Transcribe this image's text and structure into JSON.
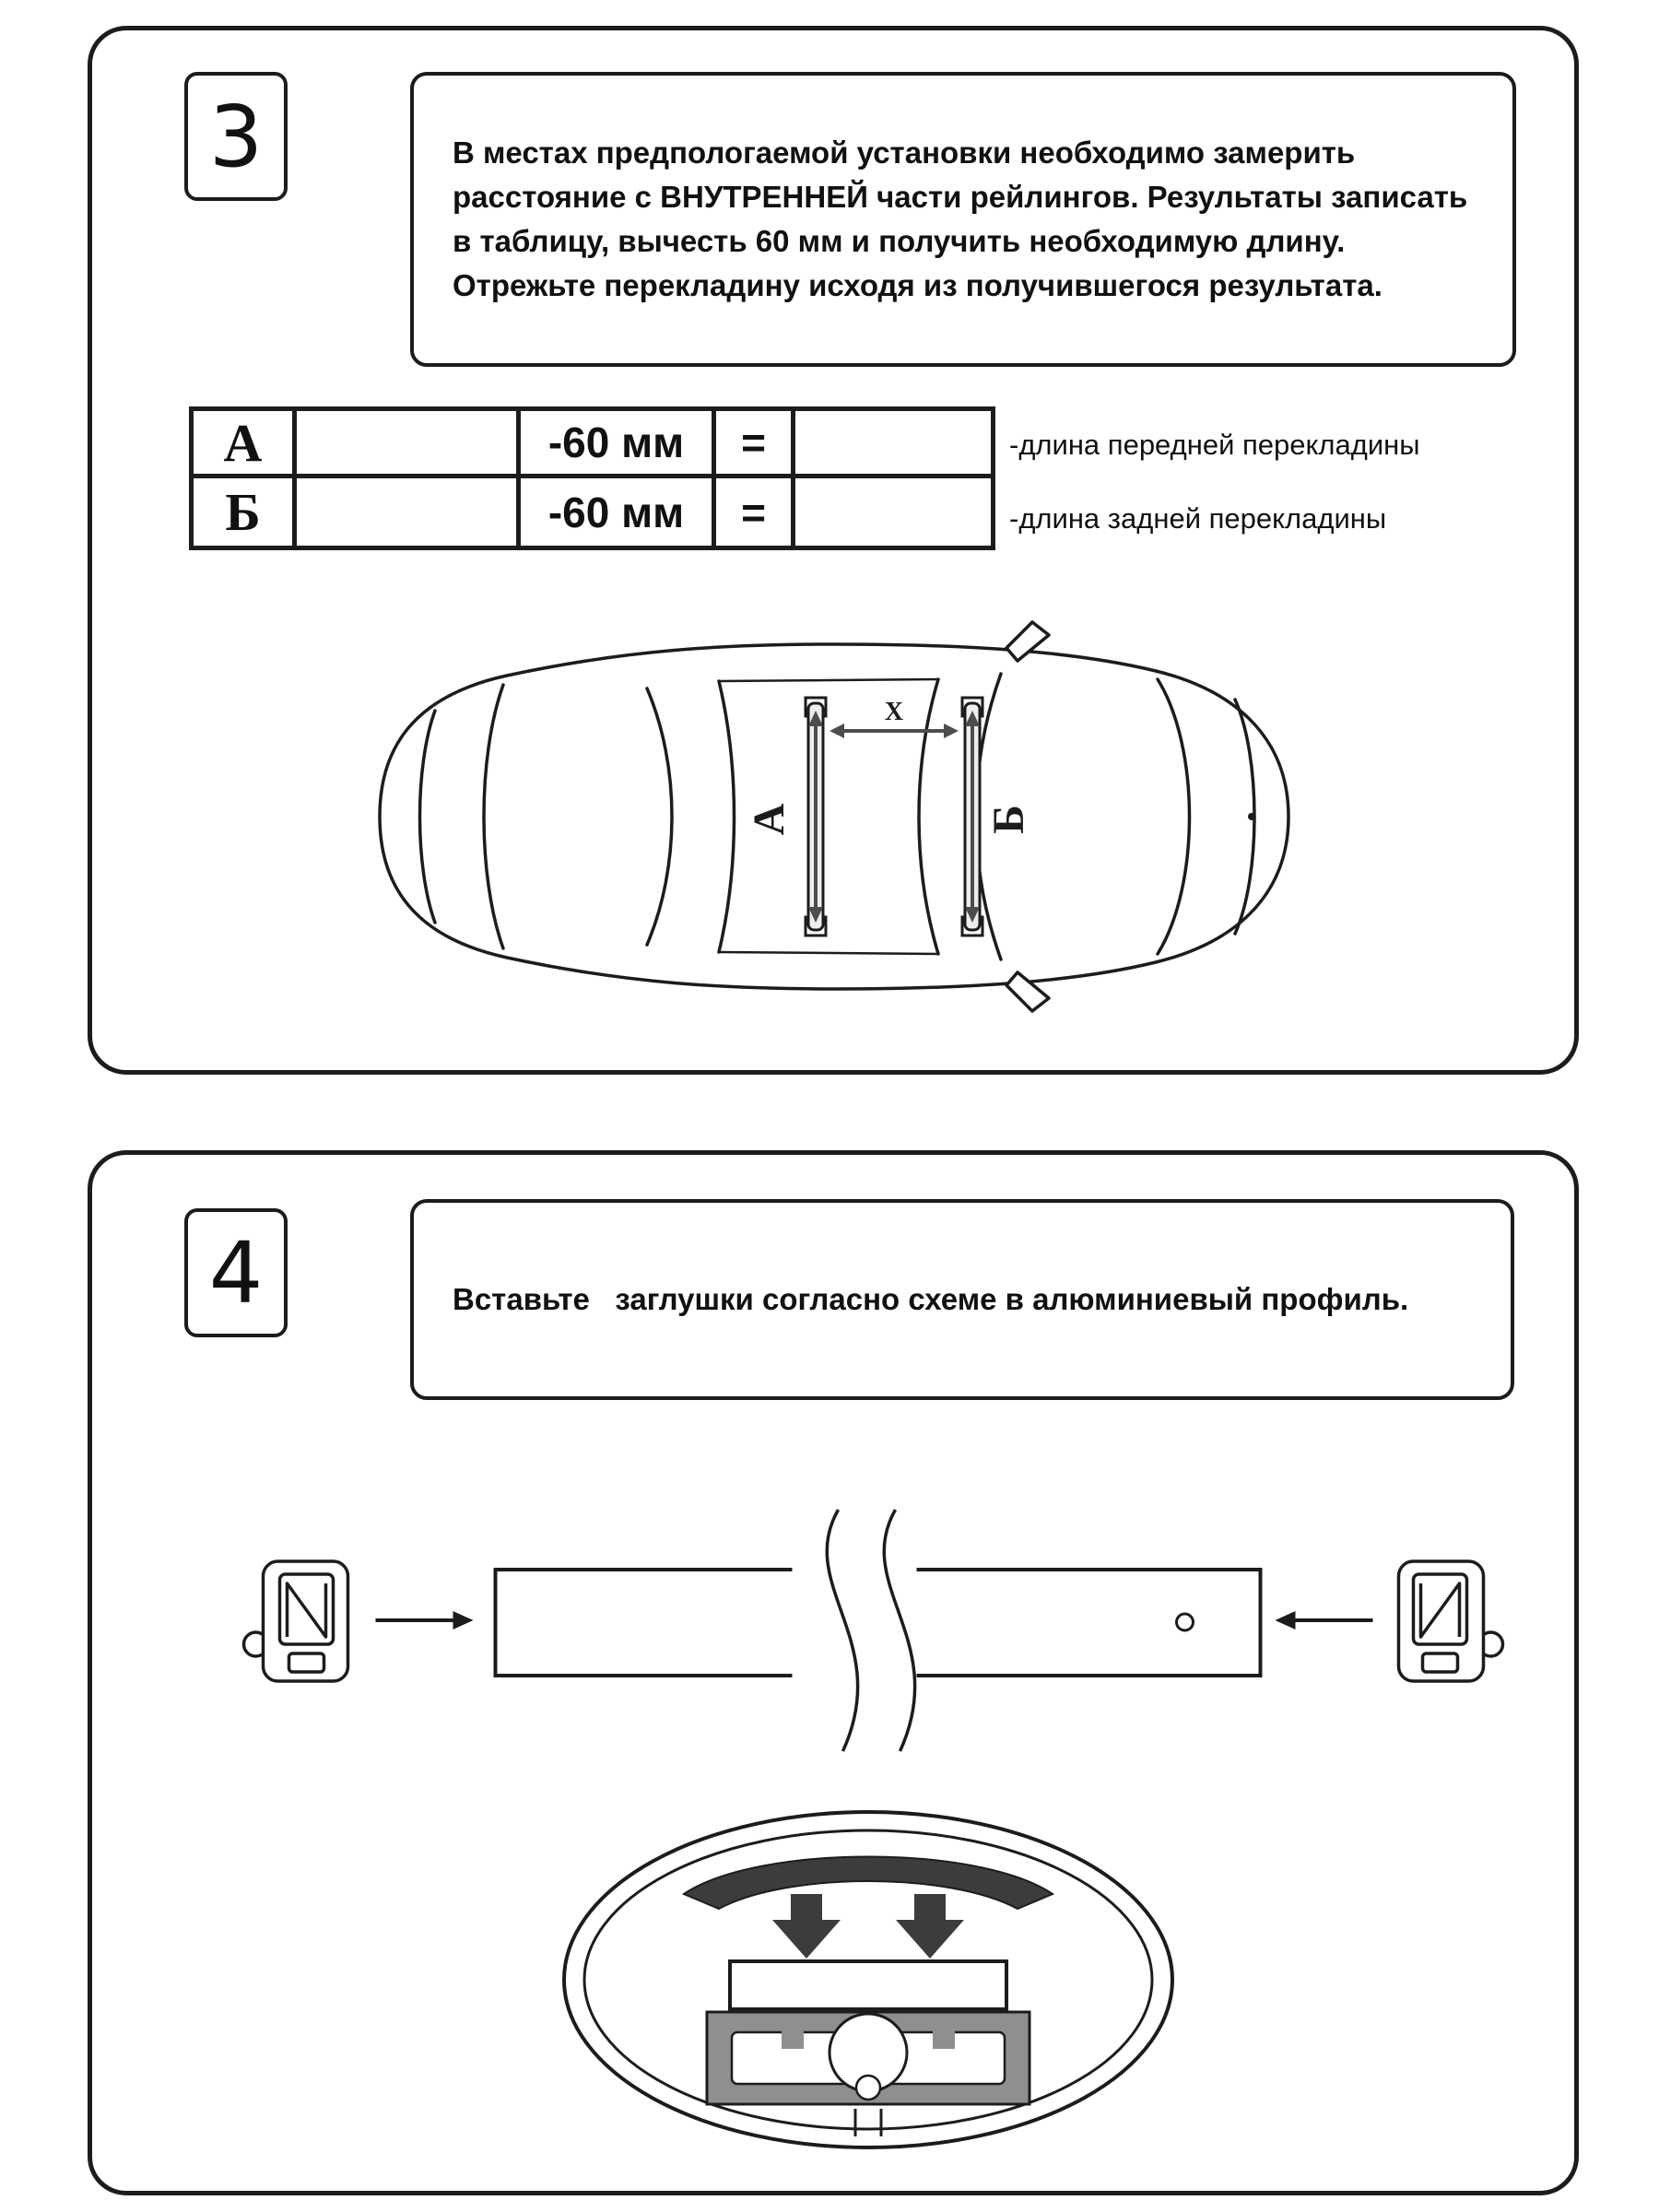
{
  "step3": {
    "number": "3",
    "instruction": "В местах предпологаемой установки необходимо замерить расстояние с ВНУТРЕННЕЙ части рейлингов. Результаты записать в таблицу, вычесть 60 мм и получить необходимую длину. Отрежьте перекладину исходя из получившегося результата.",
    "table": {
      "rows": [
        {
          "letter": "А",
          "value": "",
          "minus": "-60 мм",
          "equals": "=",
          "result": ""
        },
        {
          "letter": "Б",
          "value": "",
          "minus": "-60 мм",
          "equals": "=",
          "result": ""
        }
      ]
    },
    "notes": [
      "-длина передней перекладины",
      "-длина задней перекладины"
    ],
    "diagram": {
      "bar_a_label": "А",
      "bar_b_label": "Б",
      "x_label": "X"
    }
  },
  "step4": {
    "number": "4",
    "instruction": "Вставьте   заглушки согласно схеме в алюминиевый профиль."
  },
  "colors": {
    "line": "#1c1c1c",
    "gray_fill": "#8f8f8f",
    "dark_fill": "#3c3c3c"
  }
}
